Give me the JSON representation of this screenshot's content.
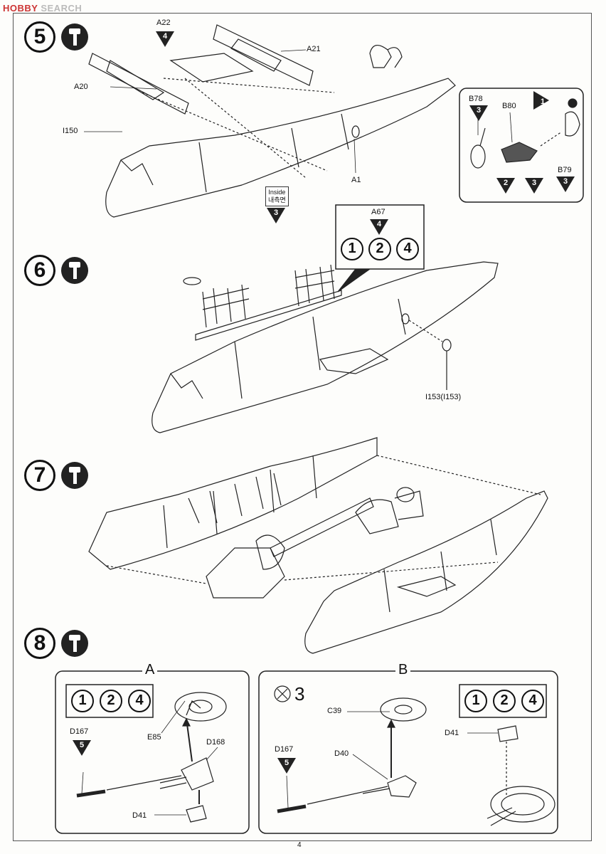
{
  "watermark": {
    "logo": "HOBBY",
    "text": "SEARCH"
  },
  "steps": [
    {
      "number": "5"
    },
    {
      "number": "6"
    },
    {
      "number": "7"
    },
    {
      "number": "8"
    }
  ],
  "step5": {
    "a22": "A22",
    "a22_num": "4",
    "a21": "A21",
    "a20": "A20",
    "i150": "I150",
    "a1": "A1",
    "inside_en": "Inside",
    "inside_kr": "내측면",
    "inside_num": "3",
    "detail": {
      "b78": "B78",
      "b78_num": "3",
      "b80": "B80",
      "b79": "B79",
      "b79_num": "3",
      "arrow_num": "1",
      "num2": "2",
      "num3a": "3",
      "num3b": "3"
    }
  },
  "step6": {
    "a67": "A67",
    "a67_num": "4",
    "variants": [
      "1",
      "2",
      "4"
    ],
    "i153": "I153(I153)"
  },
  "step8": {
    "boxA": {
      "header": "A",
      "variants": [
        "1",
        "2",
        "4"
      ],
      "e85": "E85",
      "d168": "D168",
      "d167": "D167",
      "d167_num": "5",
      "d41": "D41"
    },
    "boxB": {
      "header": "B",
      "cross_num": "3",
      "variants": [
        "1",
        "2",
        "4"
      ],
      "c39": "C39",
      "d40": "D40",
      "d167": "D167",
      "d167_num": "5",
      "d41": "D41"
    }
  },
  "page_number": "4"
}
